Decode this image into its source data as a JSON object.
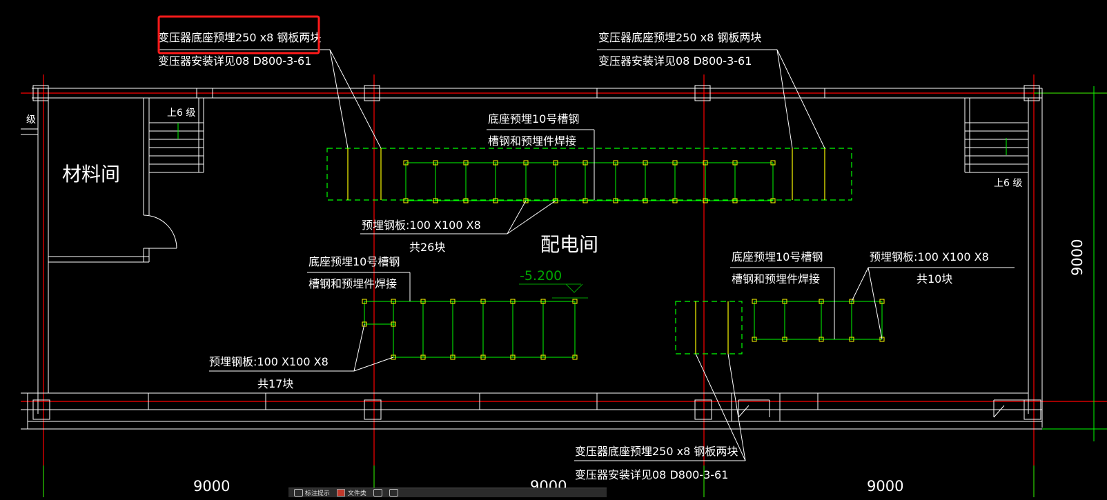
{
  "notes": {
    "top_left": [
      "变压器底座预埋250 x8 钢板两块",
      "变压器安装详见08 D800-3-61"
    ],
    "top_right": [
      "变压器底座预埋250 x8 钢板两块",
      "变压器安装详见08 D800-3-61"
    ],
    "bottom": [
      "变压器底座预埋250 x8 钢板两块",
      "变压器安装详见08 D800-3-61"
    ],
    "channel_top": [
      "底座预埋10号槽钢",
      "槽钢和预埋件焊接"
    ],
    "channel_left": [
      "底座预埋10号槽钢",
      "槽钢和预埋件焊接"
    ],
    "channel_right": [
      "底座预埋10号槽钢",
      "槽钢和预埋件焊接"
    ],
    "plate_top": [
      "预埋钢板:100 X100 X8",
      "共26块"
    ],
    "plate_left": [
      "预埋钢板:100 X100 X8",
      "共17块"
    ],
    "plate_right": [
      "预埋钢板:100 X100 X8",
      "共10块"
    ]
  },
  "rooms": {
    "materials": "材料间",
    "distribution": "配电间"
  },
  "stairs": {
    "left": "上6 级",
    "right": "上6 级",
    "edge": "级"
  },
  "elevation": "-5.200",
  "dimensions": {
    "span_1": "9000",
    "span_2": "9000",
    "span_3": "9000",
    "height": "9000"
  },
  "colors": {
    "grid": "#ff0000",
    "wall": "#ffffff",
    "embed": "#00ff00",
    "anchor": "#ffff00",
    "highlight": "#ff1a1a"
  },
  "cmdbar": {
    "item_1": "标注提示",
    "item_2": "文件类"
  }
}
